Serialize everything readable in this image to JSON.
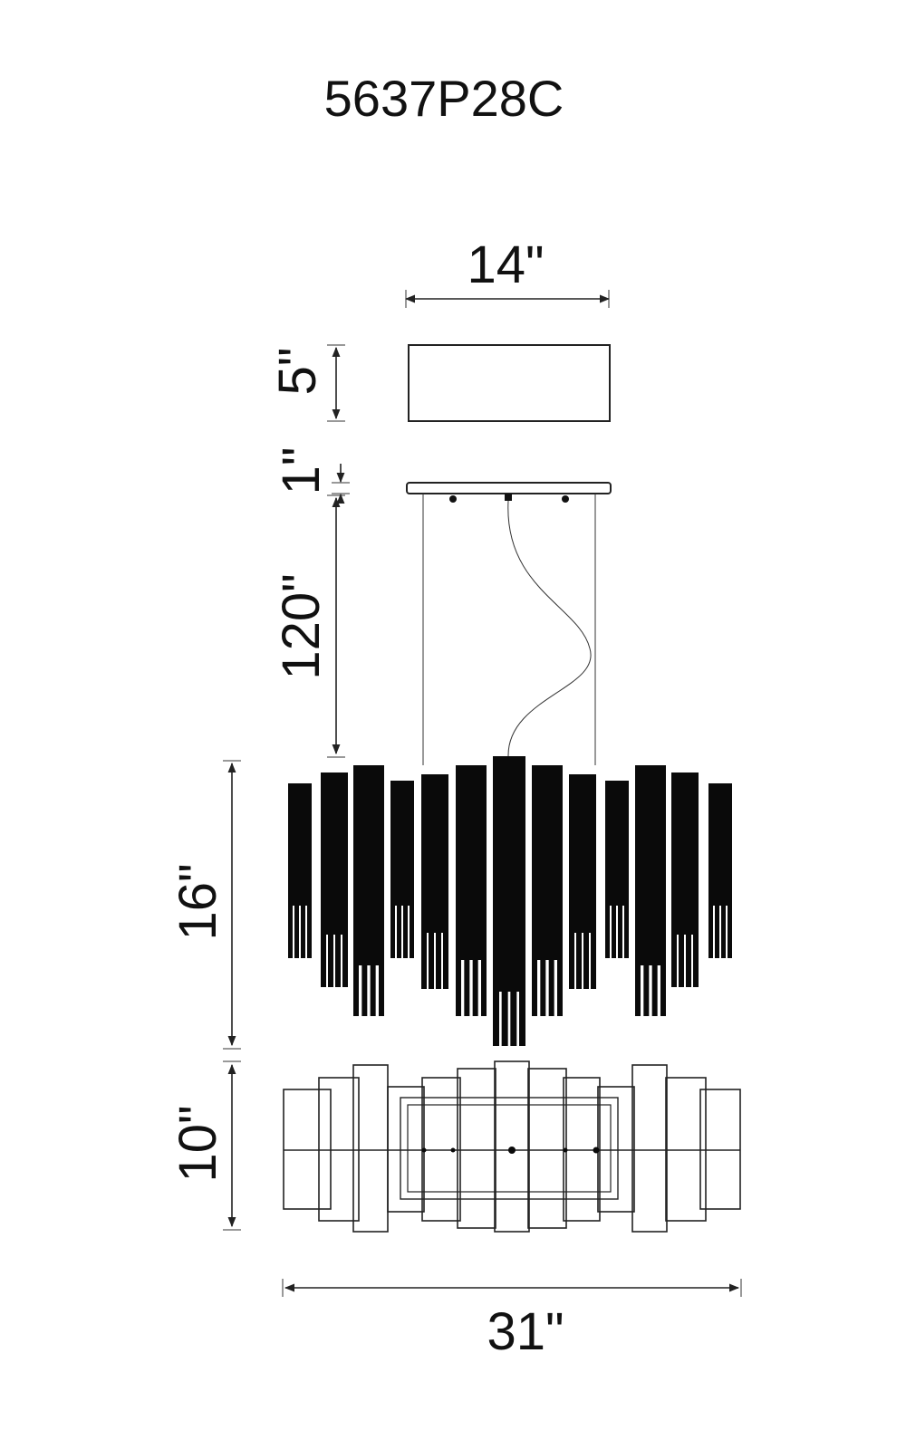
{
  "title": "5637P28C",
  "dimensions": {
    "canopy_width": "14\"",
    "canopy_height": "5\"",
    "canopy_plate": "1\"",
    "cable_length": "120\"",
    "fixture_height": "16\"",
    "fixture_depth": "10\"",
    "fixture_width": "31\""
  },
  "colors": {
    "ink": "#0a0a0a",
    "background": "#ffffff"
  }
}
